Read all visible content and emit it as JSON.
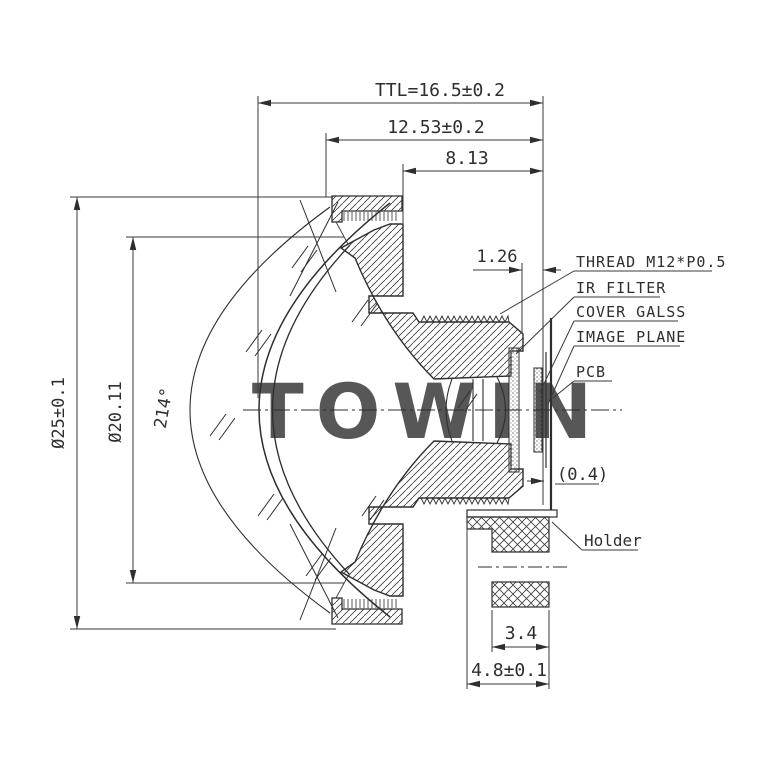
{
  "drawing": {
    "watermark": "TOWIN",
    "dimensions": {
      "ttl": "TTL=16.5±0.2",
      "barrel_length": "12.53±0.2",
      "front_to_image": "8.13",
      "rear_gap": "1.26",
      "outer_diameter": "Ø25±0.1",
      "lens_diameter": "Ø20.11",
      "field_of_view": "214°",
      "sensor_gap": "(0.4)",
      "holder_bore": "3.4",
      "holder_depth": "4.8±0.1"
    },
    "labels": {
      "thread": "THREAD M12*P0.5",
      "ir_filter": "IR FILTER",
      "cover_glass": "COVER GALSS",
      "image_plane": "IMAGE PLANE",
      "pcb": "PCB",
      "holder": "Holder"
    },
    "colors": {
      "line": "#2e2e2e",
      "dim_line": "#3a3a3a",
      "watermark": "#c6c6c6",
      "background": "#ffffff"
    }
  }
}
